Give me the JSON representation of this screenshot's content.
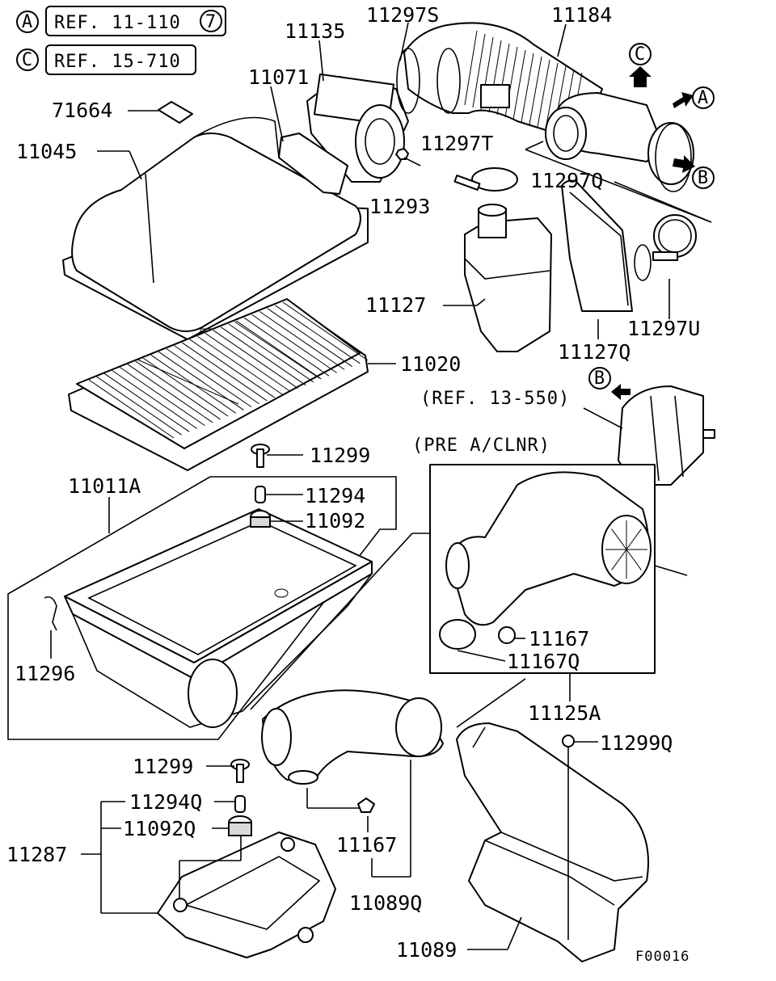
{
  "refs": [
    {
      "letter": "A",
      "text": "REF. 11-110",
      "suffix": "7"
    },
    {
      "letter": "C",
      "text": "REF. 15-710"
    }
  ],
  "labels": {
    "p71664": "71664",
    "p11045": "11045",
    "p11135": "11135",
    "p11071": "11071",
    "p11297S": "11297S",
    "p11184": "11184",
    "p11297T": "11297T",
    "p11293": "11293",
    "p11297Q": "11297Q",
    "p11127": "11127",
    "p11127Q": "11127Q",
    "p11297U": "11297U",
    "p11020": "11020",
    "ref13550": "(REF. 13-550)",
    "preclnr": "(PRE A/CLNR)",
    "p11299a": "11299",
    "p11011A": "11011A",
    "p11294": "11294",
    "p11092": "11092",
    "p11296": "11296",
    "p11167a": "11167",
    "p11167Q": "11167Q",
    "p11125A": "11125A",
    "p11299Q": "11299Q",
    "p11299b": "11299",
    "p11294Q": "11294Q",
    "p11092Q": "11092Q",
    "p11287": "11287",
    "p11167b": "11167",
    "p11089Q": "11089Q",
    "p11089": "11089"
  },
  "arrows": {
    "a": "A",
    "b": "B",
    "c": "C",
    "b2": "B"
  },
  "figure_code": "F00016"
}
